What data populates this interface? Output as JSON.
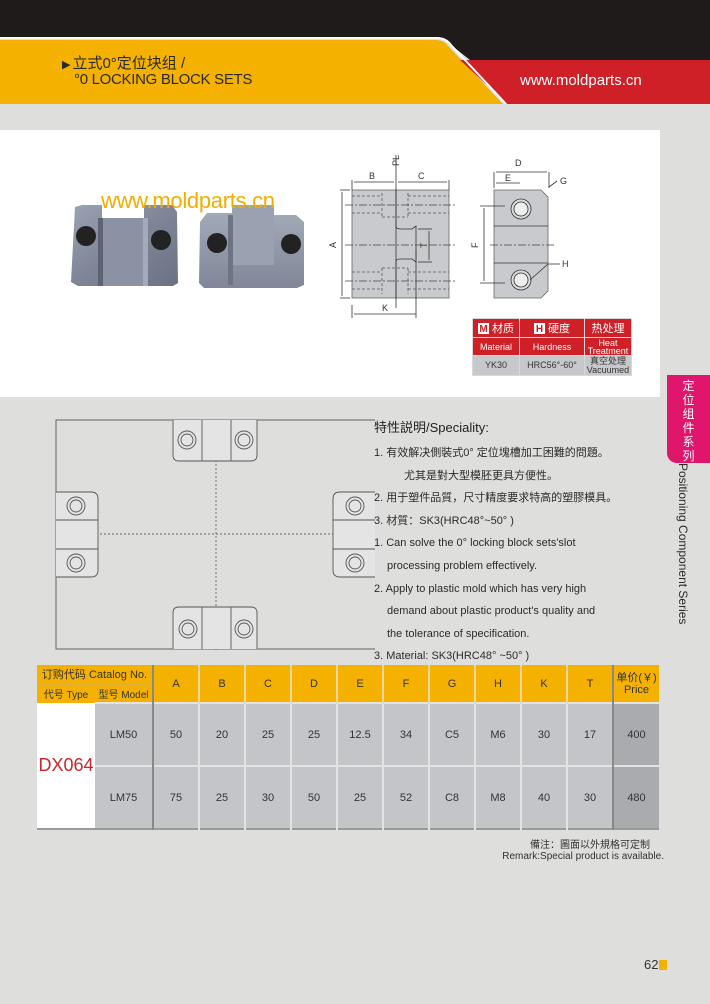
{
  "header": {
    "title_cn": "立式0°定位块组 /",
    "title_en": "°0  LOCKING BLOCK SETS",
    "website": "www.moldparts.cn",
    "colors": {
      "dark": "#1e1b1a",
      "yellow": "#f4b100",
      "red": "#cf2027"
    }
  },
  "photo": {
    "watermark": "www.moldparts.cn",
    "description": "Two steel 0° locking block parts (female and male)"
  },
  "drawing": {
    "labels": {
      "pl": "PL",
      "b": "B",
      "c": "C",
      "a": "A",
      "t": "T",
      "k": "K",
      "d": "D",
      "e": "E",
      "f": "F",
      "g": "G",
      "h": "H"
    }
  },
  "spec_box": {
    "material_cn": "材质",
    "hardness_cn": "硬度",
    "heat_cn": "热处理",
    "material_badge": "M",
    "hardness_badge": "H",
    "material_en": "Material",
    "hardness_en": "Hardness",
    "heat_en_1": "Heat",
    "heat_en_2": "Treatment",
    "material_value": "YK30",
    "hardness_value": "HRC56°-60°",
    "heat_value_cn": "真空处理",
    "heat_value_en": "Vacuumed"
  },
  "side_tab": {
    "cn": [
      "定",
      "位",
      "组",
      "件",
      "系",
      "列"
    ],
    "en": "Positioning Component Series",
    "color": "#e0156c"
  },
  "speciality": {
    "title": "特性説明/Speciality:",
    "lines": [
      "1. 有效解决側裝式0° 定位塊槽加工困難的問題。",
      "尤其是對大型模胚更具方便性。",
      "2. 用于塑件品質，尺寸精度要求特高的塑膠模具。",
      "3. 材質：SK3(HRC48°~50° )",
      "1. Can solve the 0° locking block sets'slot",
      "processing problem effectively.",
      "2. Apply to plastic mold which has very high",
      "demand about plastic product's quality and",
      "the tolerance of specification.",
      "3. Material: SK3(HRC48° ~50°  )"
    ]
  },
  "table": {
    "catalog_label": "订购代码 Catalog No.",
    "type_label": "代号 Type",
    "model_label": "型号 Model",
    "columns": [
      "A",
      "B",
      "C",
      "D",
      "E",
      "F",
      "G",
      "H",
      "K",
      "T"
    ],
    "price_label_cn": "单价(￥)",
    "price_label_en": "Price",
    "type_value": "DX064",
    "rows": [
      {
        "model": "LM50",
        "values": [
          "50",
          "20",
          "25",
          "25",
          "12.5",
          "34",
          "C5",
          "M6",
          "30",
          "17"
        ],
        "price": "400"
      },
      {
        "model": "LM75",
        "values": [
          "75",
          "25",
          "30",
          "50",
          "25",
          "52",
          "C8",
          "M8",
          "40",
          "30"
        ],
        "price": "480"
      }
    ]
  },
  "remark": {
    "cn": "備注：圖面以外規格可定制",
    "en": "Remark:Special product is available."
  },
  "page_number": "62"
}
